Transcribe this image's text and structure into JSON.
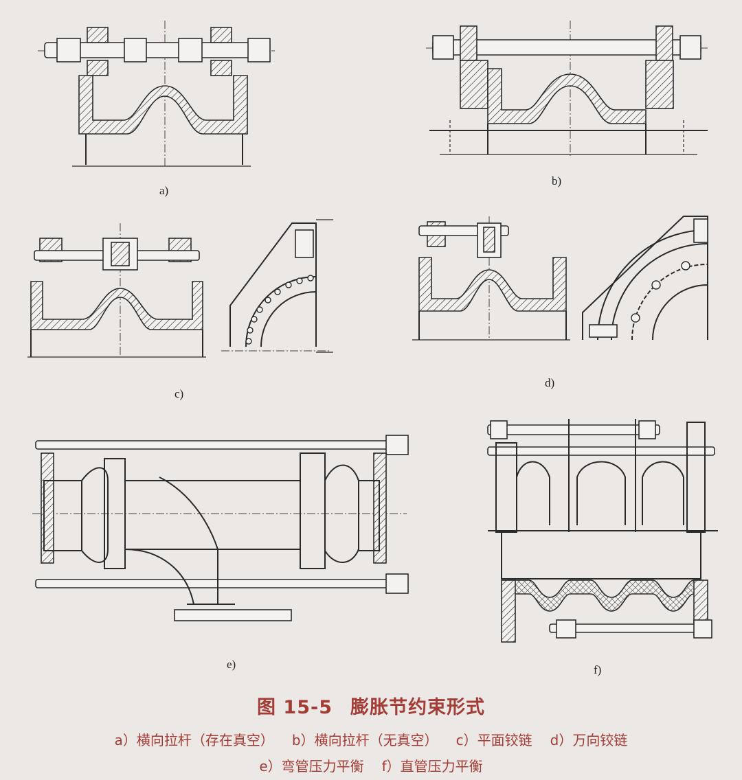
{
  "figures": {
    "a": {
      "label": "a)"
    },
    "b": {
      "label": "b)"
    },
    "c": {
      "label": "c)"
    },
    "d": {
      "label": "d)"
    },
    "e": {
      "label": "e)"
    },
    "f": {
      "label": "f)"
    }
  },
  "caption": {
    "figure_number": "图 15-5",
    "figure_title": "膨胀节约束形式",
    "line1": [
      "a）横向拉杆（存在真空）",
      "b）横向拉杆（无真空）",
      "c）平面铰链",
      "d）万向铰链"
    ],
    "line2": [
      "e）弯管压力平衡",
      "f）直管压力平衡"
    ]
  },
  "colors": {
    "caption": "#a43c36",
    "line": "#2a2a2a",
    "paper": "#ebe8e6"
  }
}
